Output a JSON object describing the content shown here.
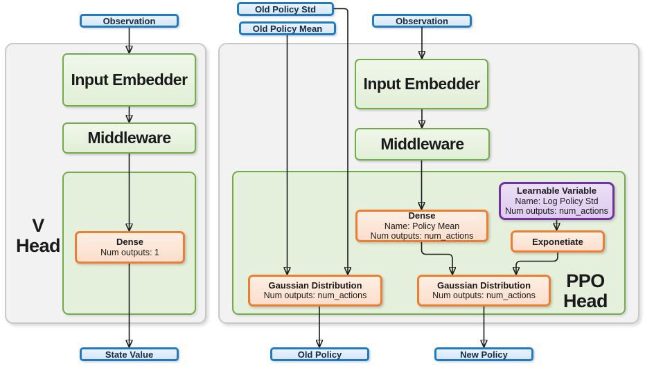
{
  "colors": {
    "blue_border": "#1F7AC4",
    "blue_fill": "#DDEAF7",
    "blue_text": "#122B44",
    "green_border": "#70AD47",
    "green_node_fill": "#E9F3E1",
    "green_container_fill": "#E4F0DC",
    "orange_border": "#ED7D31",
    "orange_fill": "#FCE4D6",
    "purple_border": "#7030A0",
    "purple_fill": "#E2D2F0",
    "panel_fill": "#F2F2F2",
    "panel_border": "#C8C8C8",
    "arrow": "#1A1A1A"
  },
  "v_head": {
    "label_lines": [
      "V",
      "Head"
    ],
    "observation": "Observation",
    "input_embedder": "Input Embedder",
    "middleware": "Middleware",
    "dense": {
      "title": "Dense",
      "outputs": "Num outputs: 1"
    },
    "state_value": "State Value"
  },
  "ppo_head": {
    "label_lines": [
      "PPO",
      "Head"
    ],
    "old_policy_std": "Old Policy Std",
    "old_policy_mean": "Old Policy Mean",
    "observation": "Observation",
    "input_embedder": "Input Embedder",
    "middleware": "Middleware",
    "dense": {
      "title": "Dense",
      "name": "Name: Policy Mean",
      "outputs": "Num outputs: num_actions"
    },
    "learnable_variable": {
      "title": "Learnable Variable",
      "name": "Name: Log Policy Std",
      "outputs": "Num outputs: num_actions"
    },
    "exponetiate": "Exponetiate",
    "gaussian_old": {
      "title": "Gaussian Distribution",
      "outputs": "Num outputs: num_actions"
    },
    "gaussian_new": {
      "title": "Gaussian Distribution",
      "outputs": "Num outputs: num_actions"
    },
    "old_policy": "Old Policy",
    "new_policy": "New Policy"
  }
}
